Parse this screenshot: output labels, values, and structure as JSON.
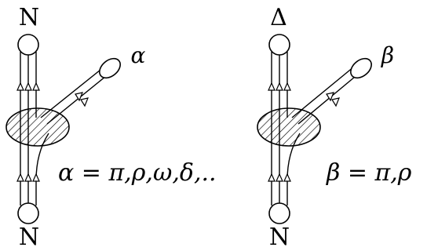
{
  "left_diagram": {
    "top_label": "N",
    "bottom_label": "N",
    "meson_label": "α",
    "equation": "α = π,ρ,ω,δ,.."
  },
  "right_diagram": {
    "top_label": "Δ",
    "bottom_label": "N",
    "meson_label": "β",
    "equation": "β = π,ρ"
  },
  "colors": {
    "ink": "#000000",
    "background": "#ffffff"
  }
}
